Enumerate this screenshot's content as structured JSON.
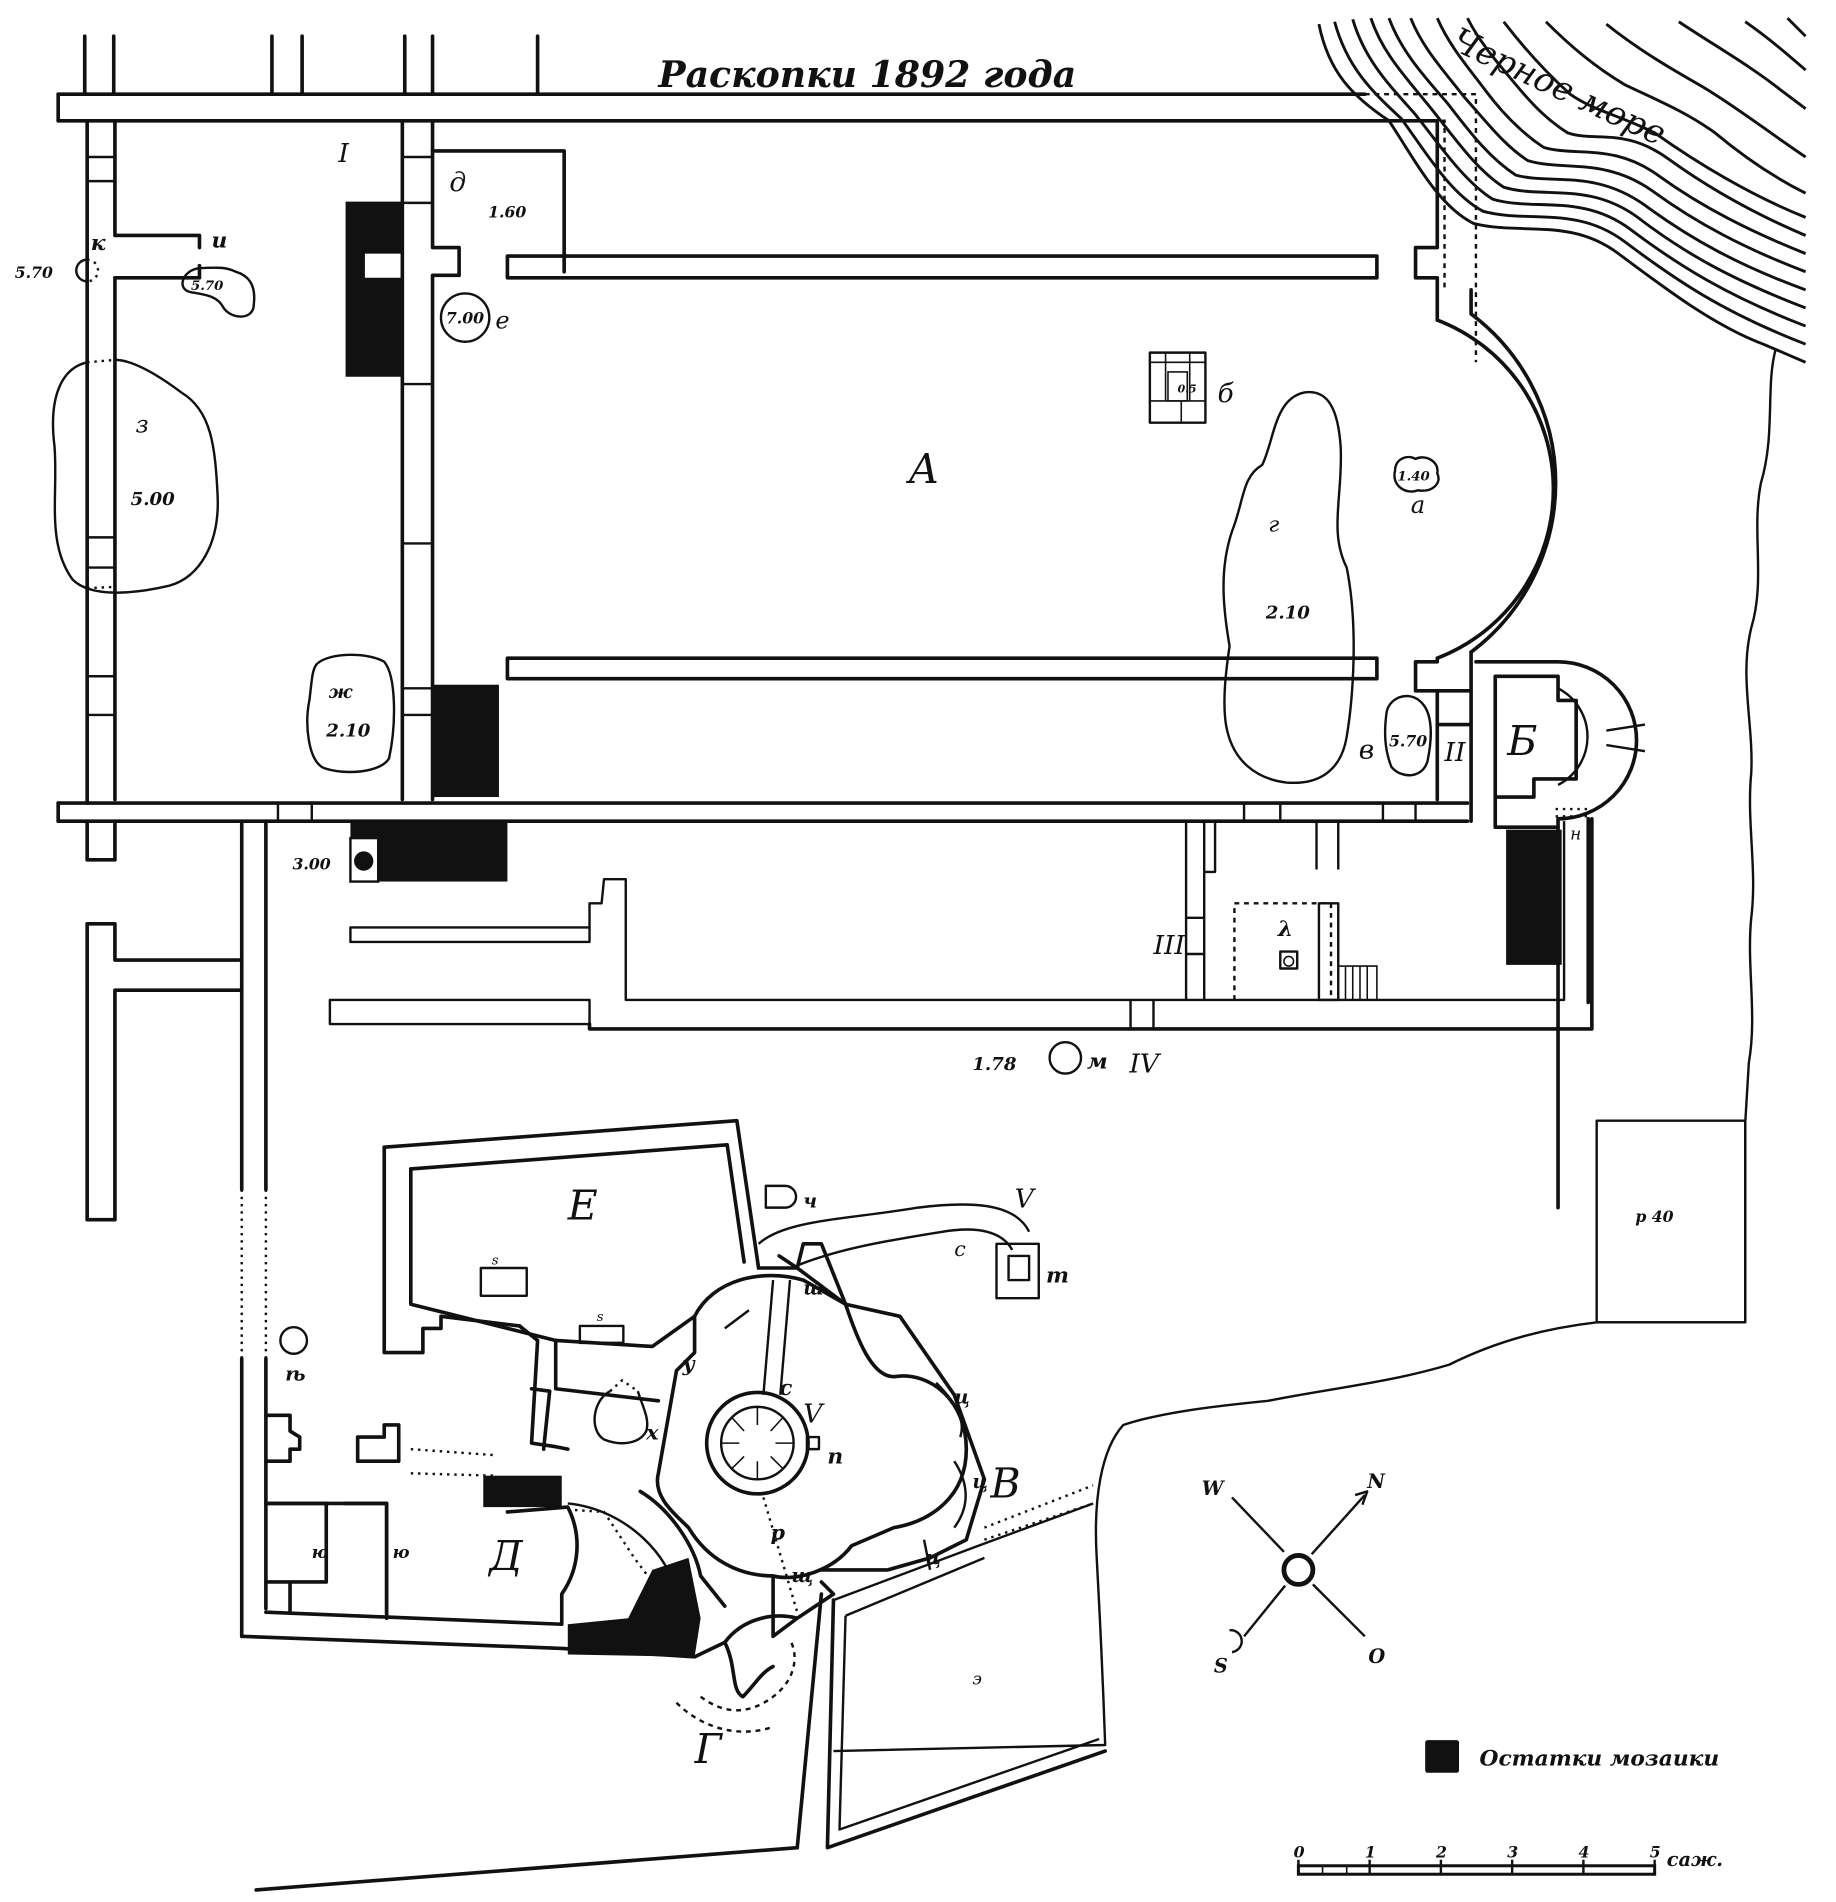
{
  "title": "Раскопки 1892 года",
  "sea_label": "Черное море",
  "legend": {
    "mosaic_label": "Остатки мозаики",
    "mosaic_color": "#111111"
  },
  "scale_bar": {
    "ticks": [
      "0",
      "1",
      "2",
      "3",
      "4",
      "5"
    ],
    "unit": "саж."
  },
  "compass": {
    "north": "N",
    "south": "S",
    "west": "W",
    "east": "O"
  },
  "rooms": {
    "A": "А",
    "B_apse": "Б",
    "V": "В",
    "G": "Г",
    "D": "Д",
    "E": "Е"
  },
  "roman_numerals": [
    "I",
    "II",
    "III",
    "IV",
    "V",
    "V"
  ],
  "labels": {
    "a": "а",
    "b": "б",
    "v": "в",
    "g": "г",
    "d": "д",
    "e": "е",
    "zh": "ж",
    "z": "з",
    "i": "и",
    "k": "к",
    "l": "λ",
    "m": "м",
    "n": "н",
    "p": "п",
    "r": "р",
    "s": "с",
    "t": "т",
    "u": "у",
    "kh": "х",
    "ts1": "ц",
    "ts2": "ц",
    "ts3": "ц",
    "sh": "ш",
    "shch": "щ",
    "yat": "ѣ",
    "yu1": "ю",
    "yu2": "ю",
    "r40": "р 40",
    "ch": "ч",
    "s_small1": "ѕ",
    "s_small2": "ѕ",
    "eh": "э"
  },
  "elevations": {
    "k": "5.70",
    "i": "5.70",
    "z": "5.00",
    "d": "1.60",
    "e": "7.00",
    "b": "0.5",
    "a": "1.40",
    "g": "2.10",
    "zh": "2.10",
    "v": "5.70",
    "well": "3.00",
    "m": "1.78",
    "r": "40"
  }
}
